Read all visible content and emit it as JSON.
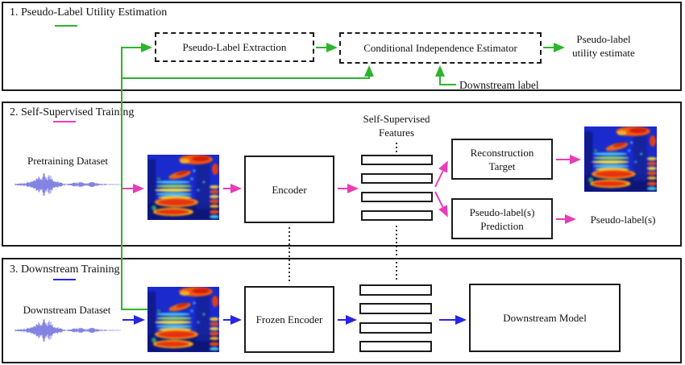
{
  "colors": {
    "green": "#2cb52c",
    "magenta": "#e83cb8",
    "blue": "#2525e6",
    "waveform": "#6464da"
  },
  "estimation": {
    "title": "1. Pseudo-Label Utility Estimation",
    "extraction_box": "Pseudo-Label Extraction",
    "cie_box": "Conditional Independence Estimator",
    "utility_line1": "Pseudo-label",
    "utility_line2": "utility estimate",
    "downstream_label": "Downstream label"
  },
  "ssl": {
    "title": "2. Self-Supervised Training",
    "dataset_label": "Pretraining Dataset",
    "encoder_box": "Encoder",
    "features_line1": "Self-Supervised",
    "features_line2": "Features",
    "reconstruction_line1": "Reconstruction",
    "reconstruction_line2": "Target",
    "prediction_line1": "Pseudo-label(s)",
    "prediction_line2": "Prediction",
    "pseudo_label_output": "Pseudo-label(s)"
  },
  "downstream": {
    "title": "3. Downstream Training",
    "dataset_label": "Downstream Dataset",
    "encoder_box": "Frozen Encoder",
    "model_box": "Downstream Model"
  }
}
